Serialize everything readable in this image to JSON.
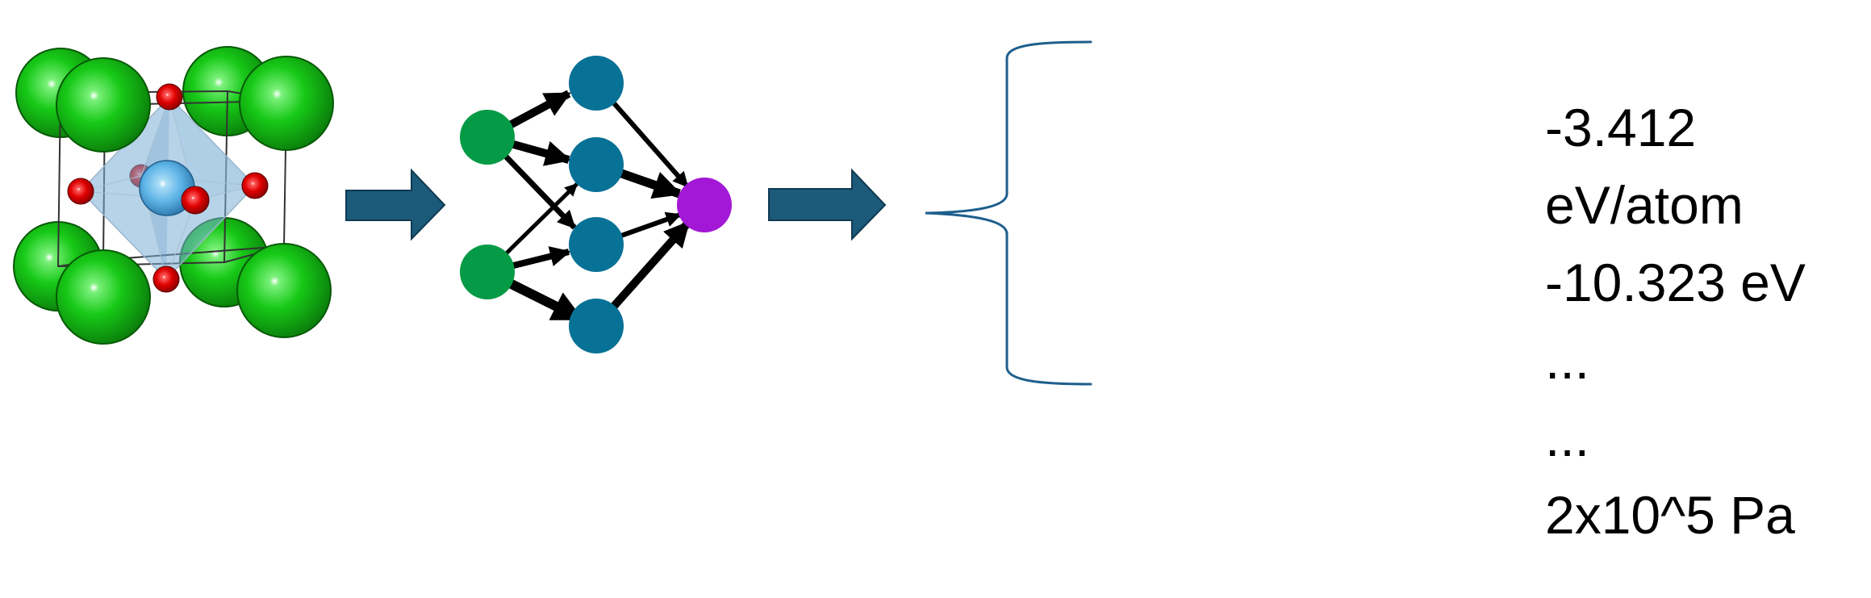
{
  "colors": {
    "background": "#ffffff",
    "flow_arrow_fill": "#1c5a7a",
    "flow_arrow_stroke": "#0f3a52",
    "input_node": "#059a45",
    "hidden_node": "#087196",
    "output_node": "#a318d6",
    "edge": "#000000",
    "large_atom": "#17c917",
    "oxygen_atom": "#e00000",
    "center_atom": "#5db3e6",
    "octahedron": "#7aaed6",
    "brace": "#1e5f8c",
    "text": "#000000"
  },
  "crystal": {
    "large_atom_count": 8,
    "oxygen_atom_count": 6,
    "center_atom_count": 1
  },
  "network": {
    "layers": [
      2,
      4,
      1
    ]
  },
  "output": {
    "lines": [
      "-3.412",
      "eV/atom",
      "-10.323 eV",
      "...",
      "...",
      "2x10^5 Pa"
    ]
  }
}
